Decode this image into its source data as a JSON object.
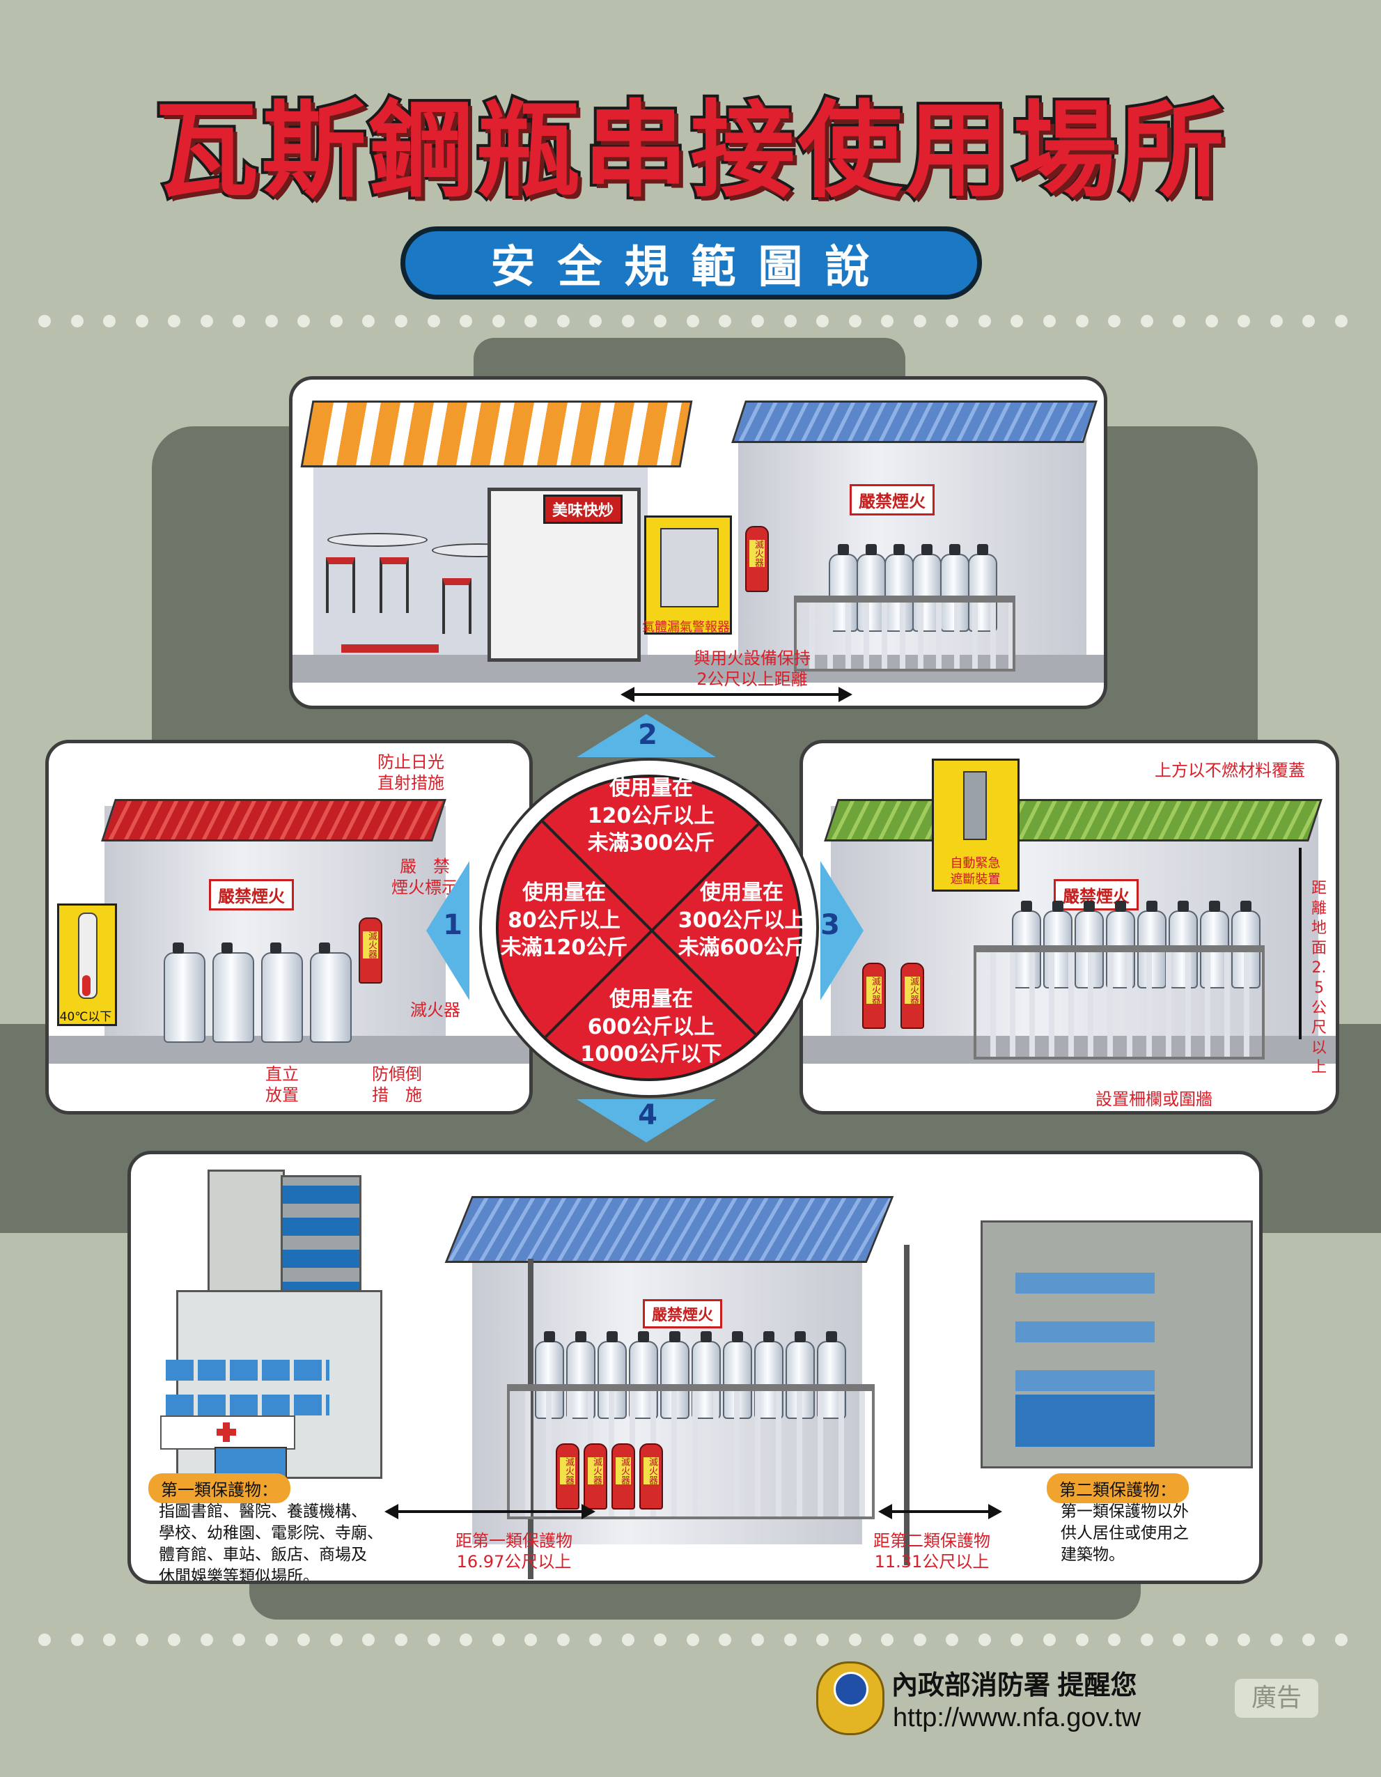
{
  "title": "瓦斯鋼瓶串接使用場所",
  "subtitle": "安全規範圖說",
  "center": {
    "q_top": "使用量在\n120公斤以上\n未滿300公斤",
    "q_left": "使用量在\n80公斤以上\n未滿120公斤",
    "q_right": "使用量在\n300公斤以上\n未滿600公斤",
    "q_bottom": "使用量在\n600公斤以上\n1000公斤以下",
    "arrow1": "1",
    "arrow2": "2",
    "arrow3": "3",
    "arrow4": "4"
  },
  "panel_top": {
    "shop_sign": "美味快炒",
    "no_fire": "嚴禁煙火",
    "detector_label": "氣體漏氣警報器",
    "distance_label": "與用火設備保持\n2公尺以上距離",
    "extinguisher": "滅火器"
  },
  "panel_left": {
    "sun_label": "防止日光\n直射措施",
    "no_fire": "嚴禁煙火",
    "sign_label": "嚴　禁\n煙火標示",
    "thermo_label": "40℃以下",
    "extinguisher_label": "滅火器",
    "upright_label": "直立\n放置",
    "antitip_label": "防傾倒\n措　施",
    "extinguisher": "滅火器"
  },
  "panel_right": {
    "cover_label": "上方以不燃材料覆蓋",
    "valve_label": "自動緊急\n遮斷裝置",
    "no_fire": "嚴禁煙火",
    "height_label": "距離地面2.5公尺以上",
    "fence_label": "設置柵欄或圍牆",
    "extinguisher": "滅火器"
  },
  "panel_bottom": {
    "no_fire": "嚴禁煙火",
    "class1_tag": "第一類保護物：",
    "class1_text": "指圖書館、醫院、養護機構、\n學校、幼稚園、電影院、寺廟、\n體育館、車站、飯店、商場及\n休閒娛樂等類似場所。",
    "class1_distance": "距第一類保護物\n16.97公尺以上",
    "class2_tag": "第二類保護物：",
    "class2_text": "第一類保護物以外\n供人居住或使用之\n建築物。",
    "class2_distance": "距第二類保護物\n11.31公尺以上",
    "extinguisher": "滅火器"
  },
  "footer": {
    "agency": "內政部消防署  提醒您",
    "url": "http://www.nfa.gov.tw",
    "ad_label": "廣告"
  },
  "colors": {
    "red": "#e0202f",
    "blue": "#1b78c4",
    "background": "#b9bfad",
    "arrow": "#59b5e6"
  }
}
